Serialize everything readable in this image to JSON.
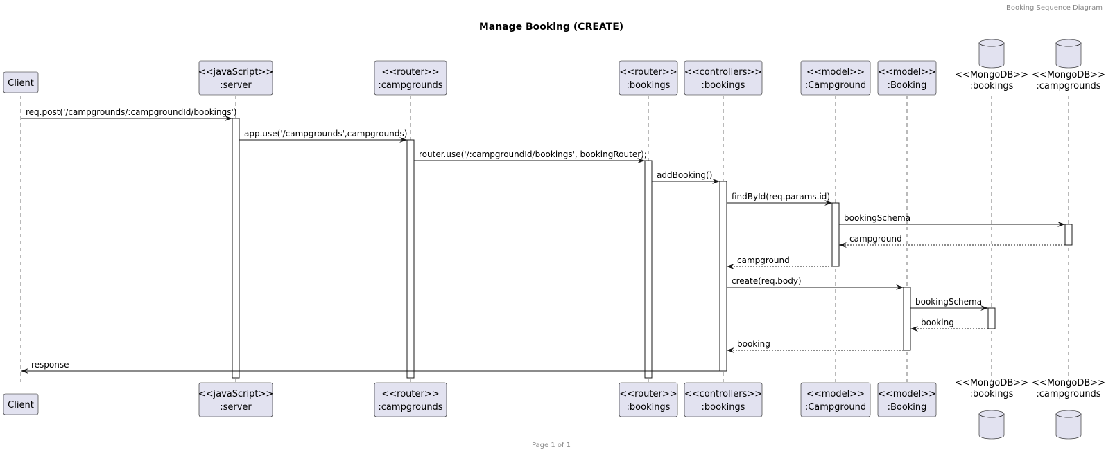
{
  "header": "Booking Sequence Diagram",
  "title": "Manage Booking (CREATE)",
  "footer": "Page 1 of 1",
  "participants": [
    {
      "id": "client",
      "kind": "box",
      "lines": [
        "Client"
      ]
    },
    {
      "id": "server",
      "kind": "box",
      "lines": [
        "<<javaScript>>",
        ":server"
      ]
    },
    {
      "id": "router-campgrounds",
      "kind": "box",
      "lines": [
        "<<router>>",
        ":campgrounds"
      ]
    },
    {
      "id": "router-bookings",
      "kind": "box",
      "lines": [
        "<<router>>",
        ":bookings"
      ]
    },
    {
      "id": "controllers-bookings",
      "kind": "box",
      "lines": [
        "<<controllers>>",
        ":bookings"
      ]
    },
    {
      "id": "model-campground",
      "kind": "box",
      "lines": [
        "<<model>>",
        ":Campground"
      ]
    },
    {
      "id": "model-booking",
      "kind": "box",
      "lines": [
        "<<model>>",
        ":Booking"
      ]
    },
    {
      "id": "mongodb-bookings",
      "kind": "database",
      "lines": [
        "<<MongoDB>>",
        ":bookings"
      ]
    },
    {
      "id": "mongodb-campgrounds",
      "kind": "database",
      "lines": [
        "<<MongoDB>>",
        ":campgrounds"
      ]
    }
  ],
  "messages": [
    {
      "from": "client",
      "to": "server",
      "label": "req.post('/campgrounds/:campgroundId/bookings')",
      "style": "solid"
    },
    {
      "from": "server",
      "to": "router-campgrounds",
      "label": "app.use('/campgrounds',campgrounds)",
      "style": "solid"
    },
    {
      "from": "router-campgrounds",
      "to": "router-bookings",
      "label": "router.use('/:campgroundId/bookings', bookingRouter);",
      "style": "solid"
    },
    {
      "from": "router-bookings",
      "to": "controllers-bookings",
      "label": "addBooking()",
      "style": "solid"
    },
    {
      "from": "controllers-bookings",
      "to": "model-campground",
      "label": "findById(req.params.id)",
      "style": "solid"
    },
    {
      "from": "model-campground",
      "to": "mongodb-campgrounds",
      "label": "bookingSchema",
      "style": "solid"
    },
    {
      "from": "mongodb-campgrounds",
      "to": "model-campground",
      "label": "campground",
      "style": "dashed"
    },
    {
      "from": "model-campground",
      "to": "controllers-bookings",
      "label": "campground",
      "style": "dashed"
    },
    {
      "from": "controllers-bookings",
      "to": "model-booking",
      "label": "create(req.body)",
      "style": "solid"
    },
    {
      "from": "model-booking",
      "to": "mongodb-bookings",
      "label": "bookingSchema",
      "style": "solid"
    },
    {
      "from": "mongodb-bookings",
      "to": "model-booking",
      "label": "booking",
      "style": "dashed"
    },
    {
      "from": "model-booking",
      "to": "controllers-bookings",
      "label": "booking",
      "style": "dashed"
    },
    {
      "from": "controllers-bookings",
      "to": "client",
      "label": "response",
      "style": "solid"
    }
  ]
}
